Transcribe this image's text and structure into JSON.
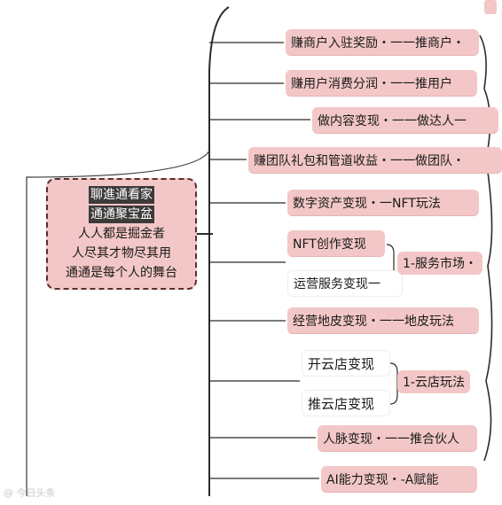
{
  "center": {
    "lines": [
      "聊進通看家",
      "通通聚宝盆",
      "人人都是掘金者",
      "人尽其才物尽其用",
      "通通是每个人的舞台"
    ]
  },
  "branches": [
    {
      "text": "赚商户入驻奖励・一一推商户・"
    },
    {
      "text": "赚用户消费分润・一一推用户"
    },
    {
      "text": "做内容变现・一一做达人一"
    },
    {
      "text": "赚团队礼包和管道收益・一一做团队・"
    },
    {
      "text": "数字资产变现・一NFT玩法"
    },
    {
      "text": "NFT创作变现"
    },
    {
      "text": "运营服务变现一"
    },
    {
      "text": "1-服务市场・"
    },
    {
      "text": "经营地皮变现・一一地皮玩法"
    },
    {
      "text": "开云店变现"
    },
    {
      "text": "推云店变现"
    },
    {
      "text": "1-云店玩法"
    },
    {
      "text": "人脉变现・一一推合伙人"
    },
    {
      "text": "AI能力变现・-A赋能"
    }
  ],
  "watermark": "@ 今日头条"
}
